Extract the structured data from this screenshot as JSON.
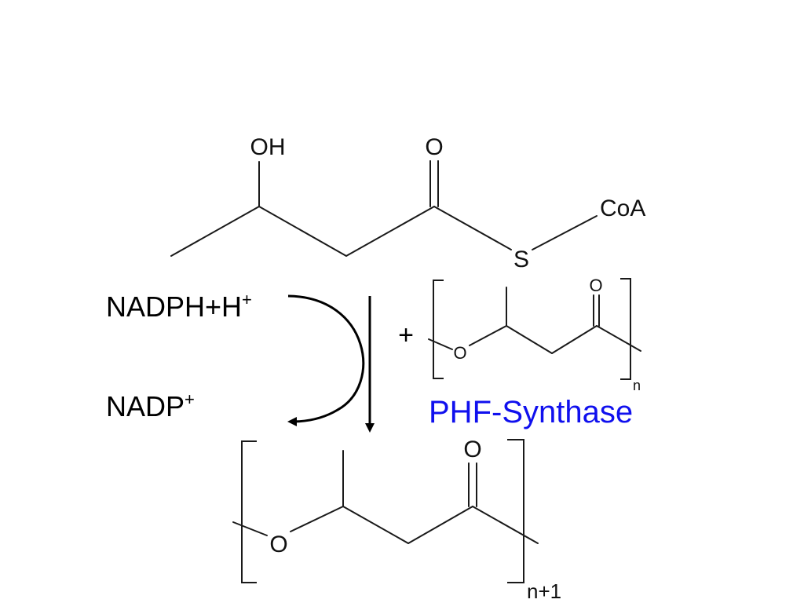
{
  "substrate": {
    "oh_label": "OH",
    "o_label": "O",
    "s_label": "S",
    "coa_label": "CoA"
  },
  "polymer_n": {
    "o_ester_label": "O",
    "o_carbonyl_label": "O",
    "subscript": "n"
  },
  "product": {
    "o_ester_label": "O",
    "o_carbonyl_label": "O",
    "subscript": "n+1"
  },
  "reagents": {
    "nadph_label": "NADPH+H",
    "nadph_charge": "+",
    "nadp_label": "NADP",
    "nadp_charge": "+",
    "plus_sign": "+"
  },
  "enzyme": {
    "label": "PHF-Synthase",
    "color": "#1010ee"
  }
}
